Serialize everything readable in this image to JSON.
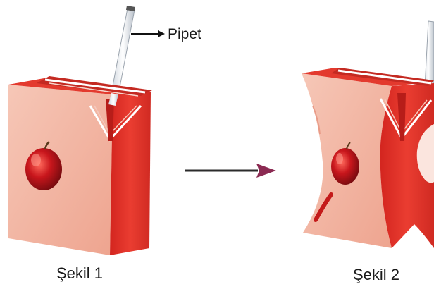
{
  "labels": {
    "straw": "Pipet",
    "figure1": "Şekil 1",
    "figure2": "Şekil 2"
  },
  "colors": {
    "carton_front": "#f3b7a6",
    "carton_side": "#e5392f",
    "carton_side_dark": "#c71f1c",
    "carton_top": "#d92e26",
    "apple": "#c0141a",
    "straw": "#eef2f6",
    "process_arrow": "#8b2a52",
    "label_arrow": "#111111"
  },
  "icons": {
    "apple": "apple-icon",
    "straw": "straw-icon"
  }
}
